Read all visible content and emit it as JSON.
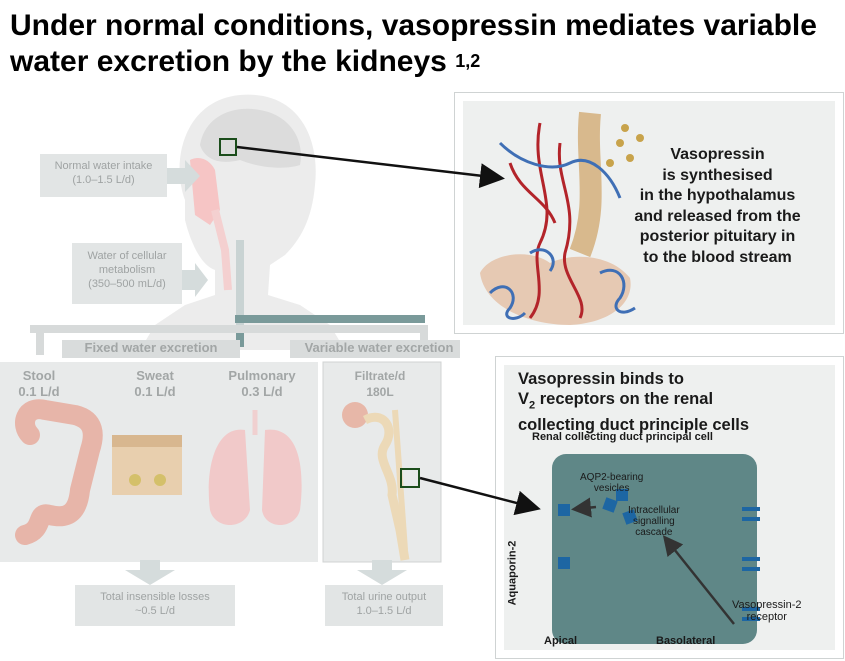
{
  "title": {
    "text": "Under normal conditions, vasopressin mediates variable water excretion by the kidneys",
    "superscript": "1,2"
  },
  "left_diagram": {
    "intake": {
      "line1": "Normal water intake",
      "line2": "(1.0–1.5 L/d)"
    },
    "metabolism": {
      "line1": "Water of cellular",
      "line2": "metabolism",
      "line3": "(350–500 mL/d)"
    },
    "fixed_header": "Fixed water  excretion",
    "variable_header": "Variable water excretion",
    "stool": {
      "name": "Stool",
      "value": "0.1 L/d"
    },
    "sweat": {
      "name": "Sweat",
      "value": "0.1 L/d"
    },
    "pulmonary": {
      "name": "Pulmonary",
      "value": "0.3 L/d"
    },
    "filtrate": {
      "name": "Filtrate/d",
      "value": "180L"
    },
    "insensible": {
      "line1": "Total insensible losses",
      "line2": "~0.5 L/d"
    },
    "urine": {
      "line1": "Total urine output",
      "line2": "1.0–1.5 L/d"
    }
  },
  "vasopressin_panel": {
    "lines": [
      "Vasopressin",
      "is synthesised",
      "in the hypothalamus",
      "and released from the",
      "posterior pituitary in",
      "to the blood stream"
    ]
  },
  "receptor_panel": {
    "heading": [
      "Vasopressin binds to",
      "V",
      "2",
      " receptors on the renal",
      "collecting duct principle cells"
    ],
    "cell_title": "Renal collecting duct principal cell",
    "aqp2_label": {
      "line1": "AQP2-bearing",
      "line2": "vesicles"
    },
    "cascade_label": {
      "line1": "Intracellular",
      "line2": "signalling",
      "line3": "cascade"
    },
    "aquaporin_label": "Aquaporin-2",
    "receptor_label": {
      "line1": "Vasopressin-2",
      "line2": "receptor"
    },
    "apical": "Apical",
    "basolateral": "Basolateral"
  },
  "colors": {
    "box_fill": "#e2e5e5",
    "pale_text": "#9fa3a3",
    "cell": "#5f8787",
    "marker": "#1b4d1b",
    "vessel_red": "#b3242a",
    "vessel_blue": "#3f6fb5"
  }
}
